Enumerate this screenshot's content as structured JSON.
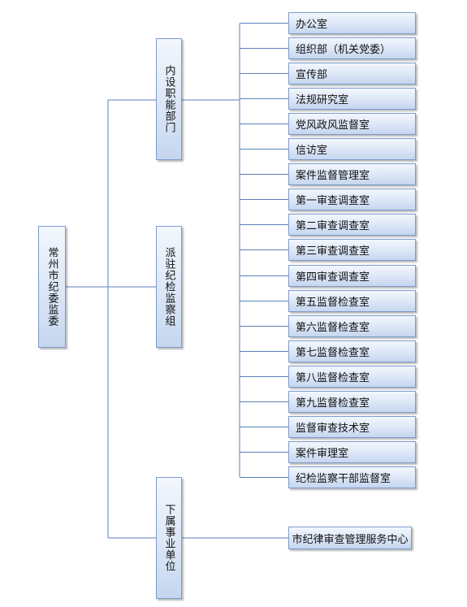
{
  "root": {
    "label": "常州市纪委监委"
  },
  "categories": [
    {
      "label": "内设职能部门"
    },
    {
      "label": "派驻纪检监察组"
    },
    {
      "label": "下属事业单位"
    }
  ],
  "departments": [
    {
      "label": "办公室"
    },
    {
      "label": "组织部（机关党委）"
    },
    {
      "label": "宣传部"
    },
    {
      "label": "法规研究室"
    },
    {
      "label": "党风政风监督室"
    },
    {
      "label": "信访室"
    },
    {
      "label": "案件监督管理室"
    },
    {
      "label": "第一审查调查室"
    },
    {
      "label": "第二审查调查室"
    },
    {
      "label": "第三审查调查室"
    },
    {
      "label": "第四审查调查室"
    },
    {
      "label": "第五监督检查室"
    },
    {
      "label": "第六监督检查室"
    },
    {
      "label": "第七监督检查室"
    },
    {
      "label": "第八监督检查室"
    },
    {
      "label": "第九监督检查室"
    },
    {
      "label": "监督审查技术室"
    },
    {
      "label": "案件审理室"
    },
    {
      "label": "纪检监察干部监督室"
    }
  ],
  "institutions": [
    {
      "label": "市纪律审查管理服务中心"
    }
  ]
}
